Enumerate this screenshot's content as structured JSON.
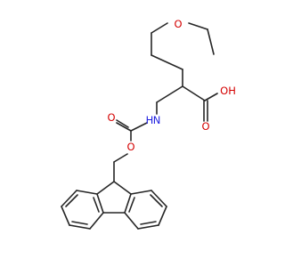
{
  "structure": {
    "atom_labels": {
      "ring_oxygen": "O",
      "acid_oxygen": "O",
      "hydroxyl": "OH",
      "nitrogen_h": "H",
      "nitrogen": "N",
      "carbonyl_oxygen": "O",
      "ester_oxygen": "O"
    }
  },
  "colors": {
    "bond": "#262626",
    "oxygen": "#d40000",
    "nitrogen": "#2020e0",
    "background": "#ffffff"
  }
}
